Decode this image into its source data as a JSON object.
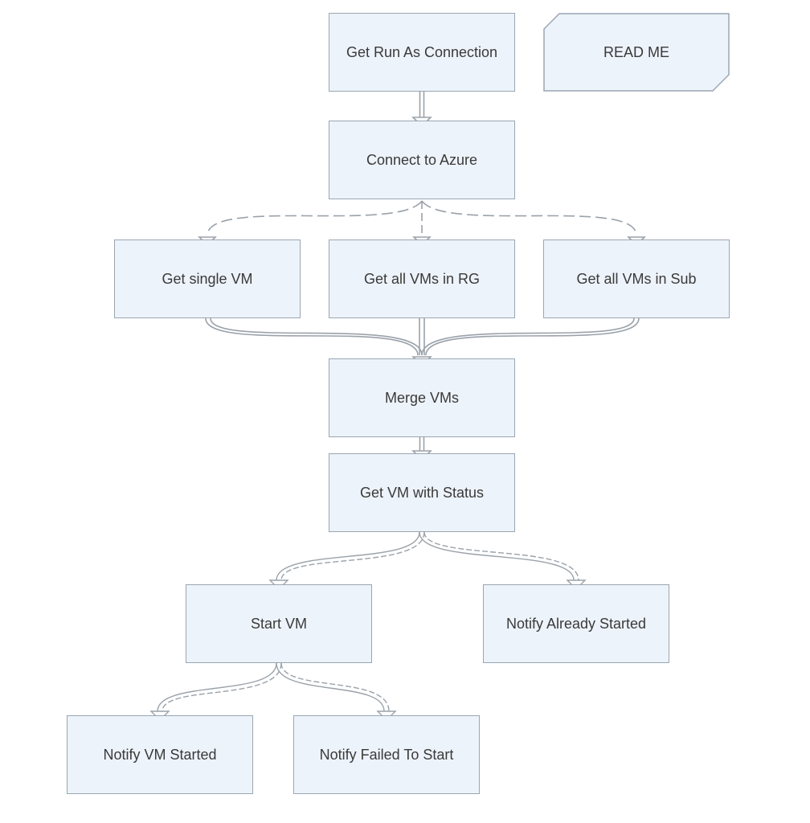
{
  "nodes": {
    "get_run_as_connection": "Get Run As Connection",
    "read_me": "READ ME",
    "connect_to_azure": "Connect to Azure",
    "get_single_vm": "Get single VM",
    "get_all_vms_in_rg": "Get all VMs in RG",
    "get_all_vms_in_sub": "Get all VMs in Sub",
    "merge_vms": "Merge VMs",
    "get_vm_with_status": "Get VM with Status",
    "start_vm": "Start VM",
    "notify_already_started": "Notify Already Started",
    "notify_vm_started": "Notify VM Started",
    "notify_failed_to_start": "Notify Failed To Start"
  },
  "links": [
    {
      "from": "get_run_as_connection",
      "to": "connect_to_azure",
      "style": "solid"
    },
    {
      "from": "connect_to_azure",
      "to": "get_single_vm",
      "style": "dashed"
    },
    {
      "from": "connect_to_azure",
      "to": "get_all_vms_in_rg",
      "style": "dashed"
    },
    {
      "from": "connect_to_azure",
      "to": "get_all_vms_in_sub",
      "style": "dashed"
    },
    {
      "from": "get_single_vm",
      "to": "merge_vms",
      "style": "solid"
    },
    {
      "from": "get_all_vms_in_rg",
      "to": "merge_vms",
      "style": "solid"
    },
    {
      "from": "get_all_vms_in_sub",
      "to": "merge_vms",
      "style": "solid"
    },
    {
      "from": "merge_vms",
      "to": "get_vm_with_status",
      "style": "solid"
    },
    {
      "from": "get_vm_with_status",
      "to": "start_vm",
      "style": "conditional"
    },
    {
      "from": "get_vm_with_status",
      "to": "notify_already_started",
      "style": "conditional"
    },
    {
      "from": "start_vm",
      "to": "notify_vm_started",
      "style": "conditional"
    },
    {
      "from": "start_vm",
      "to": "notify_failed_to_start",
      "style": "conditional"
    }
  ],
  "colors": {
    "node_fill": "#edf3fa",
    "node_border": "#9aa6b2",
    "link": "#9aa2aa",
    "text": "#3a3a3a"
  }
}
